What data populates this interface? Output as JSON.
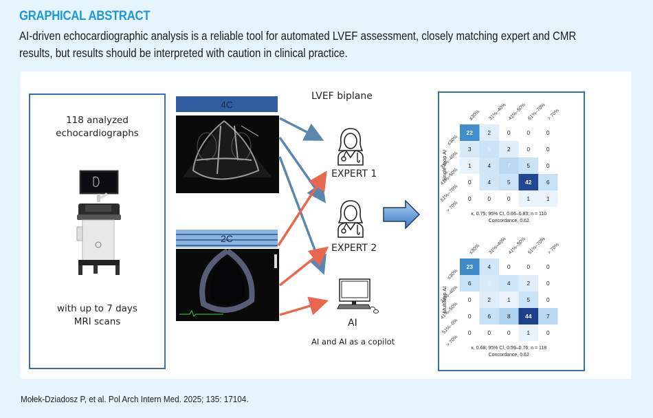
{
  "header": {
    "title": "GRAPHICAL ABSTRACT",
    "subtitle": "AI-driven echocardiographic analysis is a reliable tool for automated LVEF assessment, closely matching expert and CMR results, but results should be interpreted with caution in clinical practice."
  },
  "left_panel": {
    "top_text_1": "118  analyzed",
    "top_text_2": "echocardiographs",
    "bottom_text_1": "with up to 7 days",
    "bottom_text_2": "MRI scans",
    "image": "ultrasound-machine"
  },
  "echo_views": [
    {
      "label": "4C",
      "header_color": "#2f5f9e"
    },
    {
      "label": "2C",
      "header_color": "#8fb3e0"
    }
  ],
  "flow": {
    "title": "LVEF biplane",
    "raters": [
      {
        "label": "EXPERT 1",
        "icon": "doctor-icon"
      },
      {
        "label": "EXPERT 2",
        "icon": "doctor-icon"
      },
      {
        "label": "AI",
        "icon": "computer-icon"
      }
    ],
    "ai_caption": "AI and AI as a copilot",
    "arrow_colors": {
      "from_4c": "#5b86ad",
      "from_2c": "#e8674e"
    }
  },
  "chart_data": [
    {
      "type": "heatmap",
      "ylabel": "Single-loop AI",
      "xlabel": "",
      "categories_x": [
        "≤30%",
        "31%–40%",
        "41%–50%",
        "51%–70%",
        "> 70%"
      ],
      "categories_y": [
        "≤30%",
        "31%–40%",
        "41%–50%",
        "51%–70%",
        "> 70%"
      ],
      "values": [
        [
          22,
          2,
          0,
          0,
          0
        ],
        [
          3,
          5,
          2,
          0,
          0
        ],
        [
          1,
          4,
          7,
          5,
          0
        ],
        [
          0,
          4,
          5,
          42,
          6
        ],
        [
          0,
          0,
          0,
          1,
          1
        ]
      ],
      "stats_line": "κ, 0.75; 95% CI, 0.66–0.83; n = 110",
      "concordance_line": "Concordance, 0.62",
      "color_scale": [
        "#ffffff",
        "#1f3f8f"
      ]
    },
    {
      "type": "heatmap",
      "ylabel": "Multiloop AI",
      "xlabel": "",
      "categories_x": [
        "≤30%",
        "31%–40%",
        "41%–50%",
        "51%–70%",
        "> 70%"
      ],
      "categories_y": [
        "≤30%",
        "31%–40%",
        "41%–50%",
        "51%–0%",
        "> 70%"
      ],
      "values": [
        [
          23,
          4,
          0,
          0,
          0
        ],
        [
          6,
          3,
          4,
          2,
          0
        ],
        [
          0,
          2,
          1,
          5,
          0
        ],
        [
          0,
          6,
          8,
          44,
          7
        ],
        [
          0,
          0,
          0,
          1,
          0
        ]
      ],
      "stats_line": "κ, 0.68; 95% CI, 0.59–0.76; n = 118",
      "concordance_line": "Concordance, 0.62",
      "color_scale": [
        "#ffffff",
        "#1f3f8f"
      ]
    }
  ],
  "citation": "Mołek-Dziadosz P, et al. Pol Arch Intern Med. 2025; 135: 17104."
}
